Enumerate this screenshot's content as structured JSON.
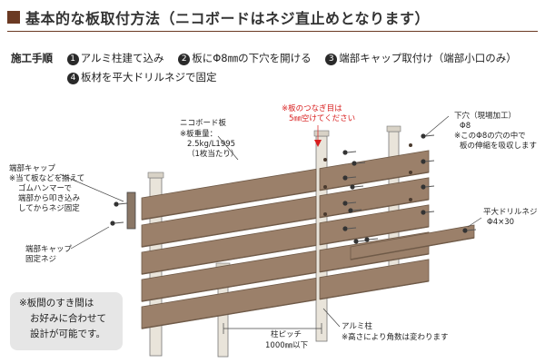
{
  "title": "基本的な板取付方法（ニコボードはネジ直止めとなります）",
  "steps": {
    "label": "施工手順",
    "items": [
      {
        "num": "1",
        "text": "アルミ柱建て込み"
      },
      {
        "num": "2",
        "text": "板にΦ8㎜の下穴を開ける"
      },
      {
        "num": "3",
        "text": "端部キャップ取付け（端部小口のみ）"
      },
      {
        "num": "4",
        "text": "板材を平大ドリルネジで固定"
      }
    ]
  },
  "labels": {
    "board": {
      "line1": "ニコボード板",
      "line2": "※板重量：",
      "line3": "2.5kg/L1995",
      "line4": "（1枚当たり）"
    },
    "joint": {
      "line1": "※板のつなぎ目は",
      "line2": "5㎜空けてください"
    },
    "hole": {
      "line1": "下穴（現場加工）",
      "line2": "Φ8",
      "line3": "※このΦ8の穴の中で",
      "line4": "板の伸縮を吸収します"
    },
    "end_cap": {
      "line1": "端部キャップ",
      "line2": "※当て板などを揃えて",
      "line3": "ゴムハンマーで",
      "line4": "端部から叩き込み",
      "line5": "してからネジ固定"
    },
    "cap_screw": {
      "line1": "端部キャップ",
      "line2": "固定ネジ"
    },
    "drill_screw": {
      "line1": "平大ドリルネジ",
      "line2": "Φ4×30"
    },
    "post": {
      "line1": "アルミ柱",
      "line2": "※高さにより角数は変わります"
    },
    "pitch": {
      "line1": "柱ピッチ",
      "line2": "1000㎜以下"
    }
  },
  "note": {
    "line1": "※板間のすき間は",
    "line2": "お好みに合わせて",
    "line3": "設計が可能です。"
  },
  "colors": {
    "accent": "#6b3a23",
    "board": "#9b806a",
    "board_dark": "#6f5a48",
    "post": "#e9e4da",
    "red": "#d81e1e"
  }
}
